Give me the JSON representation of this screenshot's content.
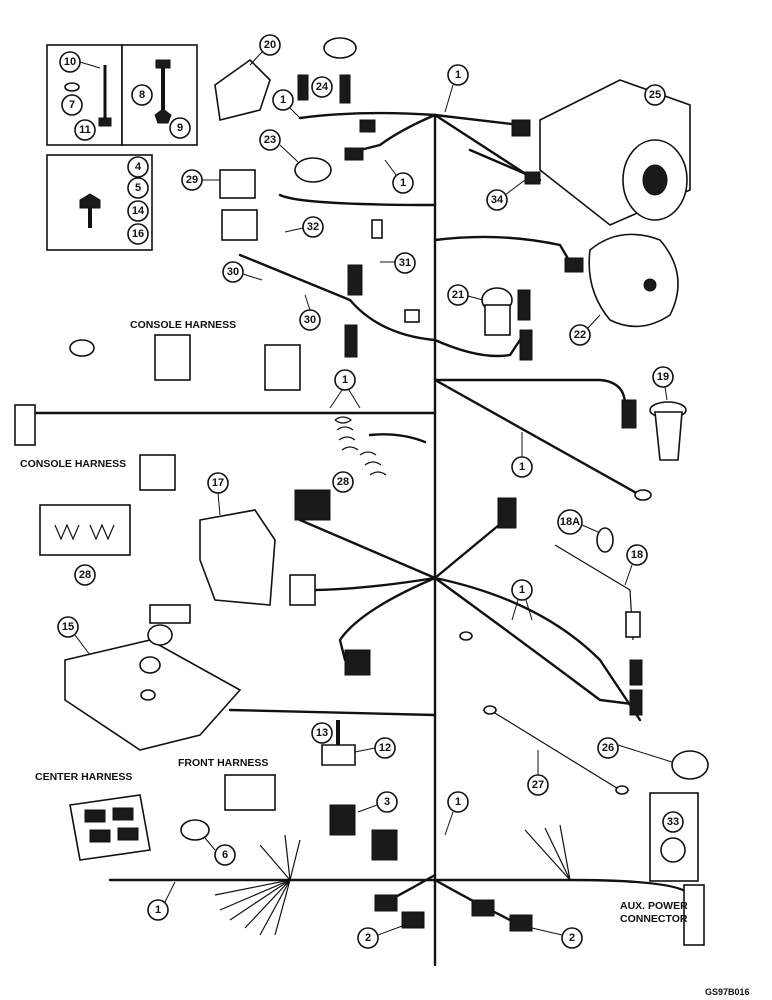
{
  "labels": {
    "console_harness_top": "CONSOLE HARNESS",
    "console_harness_bottom": "CONSOLE HARNESS",
    "front_harness": "FRONT HARNESS",
    "center_harness": "CENTER HARNESS",
    "aux_power_line1": "AUX. POWER",
    "aux_power_line2": "CONNECTOR",
    "drawing_code": "GS97B016"
  },
  "callouts": {
    "c10": "10",
    "c7": "7",
    "c11": "11",
    "c8": "8",
    "c9": "9",
    "c4": "4",
    "c5": "5",
    "c14": "14",
    "c16": "16",
    "c20": "20",
    "c1a": "1",
    "c24": "24",
    "c1b": "1",
    "c23": "23",
    "c1c": "1",
    "c25": "25",
    "c34": "34",
    "c29": "29",
    "c32": "32",
    "c31": "31",
    "c30a": "30",
    "c30b": "30",
    "c21": "21",
    "c22": "22",
    "c19": "19",
    "c1d": "1",
    "c28a": "28",
    "c1e": "1",
    "c17": "17",
    "c18a": "18A",
    "c18": "18",
    "c28b": "28",
    "c1f": "1",
    "c15": "15",
    "c13": "13",
    "c12": "12",
    "c26": "26",
    "c27": "27",
    "c6": "6",
    "c3": "3",
    "c1g": "1",
    "c33": "33",
    "c1h": "1",
    "c2a": "2",
    "c2b": "2"
  }
}
